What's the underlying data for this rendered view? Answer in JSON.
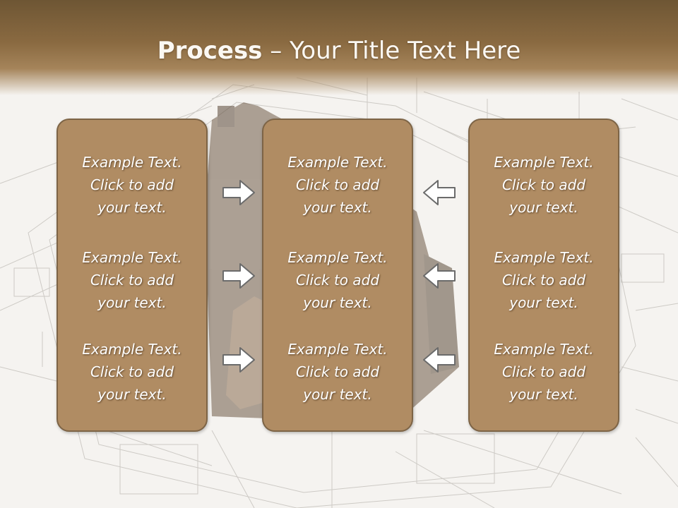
{
  "slide": {
    "title_bold": "Process",
    "title_rest": " – Your Title Text Here"
  },
  "columns": [
    {
      "cells": [
        {
          "line1": "Example Text.",
          "line2": "Click  to add",
          "line3": "your text."
        },
        {
          "line1": "Example Text.",
          "line2": "Click  to add",
          "line3": "your text."
        },
        {
          "line1": "Example Text.",
          "line2": "Click  to add",
          "line3": "your text."
        }
      ]
    },
    {
      "cells": [
        {
          "line1": "Example Text.",
          "line2": "Click  to add",
          "line3": "your text."
        },
        {
          "line1": "Example Text.",
          "line2": "Click  to add",
          "line3": "your text."
        },
        {
          "line1": "Example Text.",
          "line2": "Click  to add",
          "line3": "your text."
        }
      ]
    },
    {
      "cells": [
        {
          "line1": "Example Text.",
          "line2": "Click  to add",
          "line3": "your text."
        },
        {
          "line1": "Example Text.",
          "line2": "Click  to add",
          "line3": "your text."
        },
        {
          "line1": "Example Text.",
          "line2": "Click  to add",
          "line3": "your text."
        }
      ]
    }
  ],
  "icons": {
    "right": "arrow-right-icon",
    "left": "arrow-left-icon"
  },
  "colors": {
    "header": "#8a6a41",
    "box_fill": "#b08c63",
    "box_border": "#7d6446",
    "arrow_stroke": "#6b6b6b"
  }
}
